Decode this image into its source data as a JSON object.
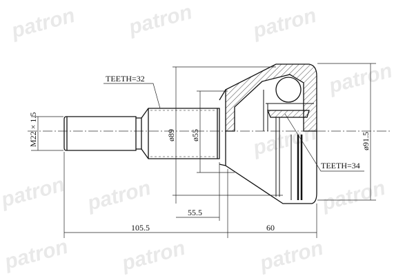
{
  "watermark": "patron",
  "labels": {
    "teeth_shaft": "TEETH=32",
    "teeth_housing": "TEETH=34",
    "thread": "M22 × 1.5",
    "dia_shaft_outer": "ø89",
    "dia_shaft_inner": "ø55",
    "dia_housing": "ø91.5"
  },
  "dimensions": {
    "shaft_length": "55.5",
    "total_shaft": "105.5",
    "housing_length": "60"
  }
}
